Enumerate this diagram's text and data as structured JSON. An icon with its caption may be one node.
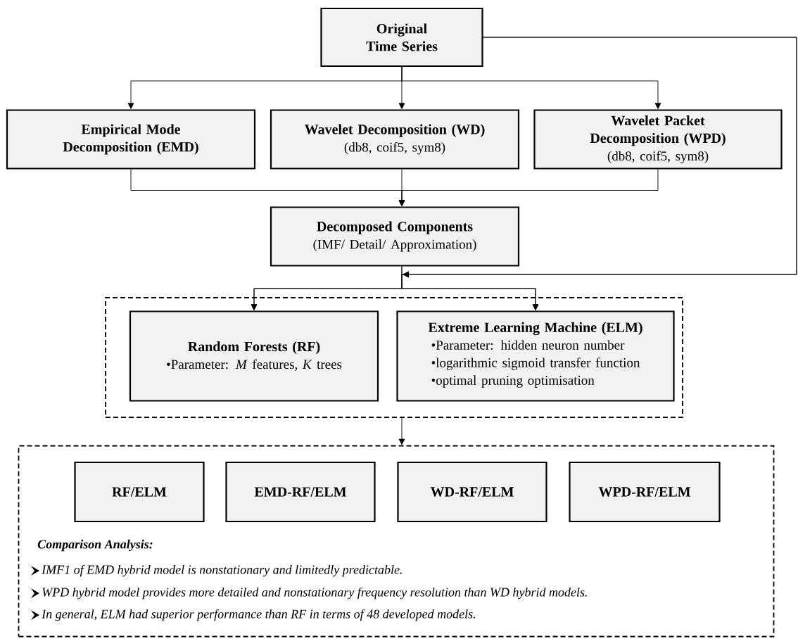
{
  "diagram": {
    "nodes": [
      {
        "text": [
          "Original Time Series"
        ]
      },
      {
        "text": [
          "Empirical Mode Decomposition (EMD)"
        ]
      },
      {
        "text": [
          "Wavelet Decomposition (WD)",
          "(db8, coif5, sym8)"
        ]
      },
      {
        "text": [
          "Wavelet Packet Decomposition (WPD)",
          "(db8, coif5, sym8)"
        ]
      },
      {
        "text": [
          "Decomposed Components",
          "(IMF/ Detail/ Approximation)"
        ]
      },
      {
        "text": [],
        "shape": "box"
      },
      {
        "text": [
          "Random Forests (RF)",
          "•Parameter: *M* features, *K* trees"
        ],
        "in": 5
      },
      {
        "text": [
          "Extreme Learning Machine (ELM)",
          "•Parameter: hidden neuron number",
          "•logarithmic sigmoid transfer function",
          "•optimal pruning optimisation"
        ],
        "in": 5
      },
      {
        "text": [
          "Comparison Analysis:",
          "IMF1 of EMD hybrid model is nonstationary and limitedly predictable.",
          "WPD hybrid model provides more detailed and nonstationary frequency resolution than WD hybrid models.",
          "In general, ELM had superior performance than RF in terms of 48 developed models."
        ]
      },
      {
        "text": [
          "RF/ELM"
        ],
        "in": 8
      },
      {
        "text": [
          "EMD-RF/ELM"
        ],
        "in": 8
      },
      {
        "text": [
          "WD-RF/ELM"
        ],
        "in": 8
      },
      {
        "text": [
          "WPD-RF/ELM"
        ],
        "in": 8
      }
    ],
    "edges": [
      {
        "from": 0,
        "to": 1,
        "arrow": "to"
      },
      {
        "from": 0,
        "to": 2,
        "arrow": "to"
      },
      {
        "from": 0,
        "to": 3,
        "arrow": "to"
      },
      {
        "from": 1,
        "to": 4,
        "arrow": "to"
      },
      {
        "from": 2,
        "to": 4,
        "arrow": "to"
      },
      {
        "from": 3,
        "to": 4,
        "arrow": "to"
      },
      {
        "from": 4,
        "to": 6,
        "arrow": "to"
      },
      {
        "from": 4,
        "to": 7,
        "arrow": "to"
      },
      {
        "from": 0,
        "to": 6,
        "arrow": "to"
      },
      {
        "from": 0,
        "to": 7,
        "arrow": "to"
      },
      {
        "from": 5,
        "to": 8,
        "arrow": "to"
      }
    ]
  }
}
